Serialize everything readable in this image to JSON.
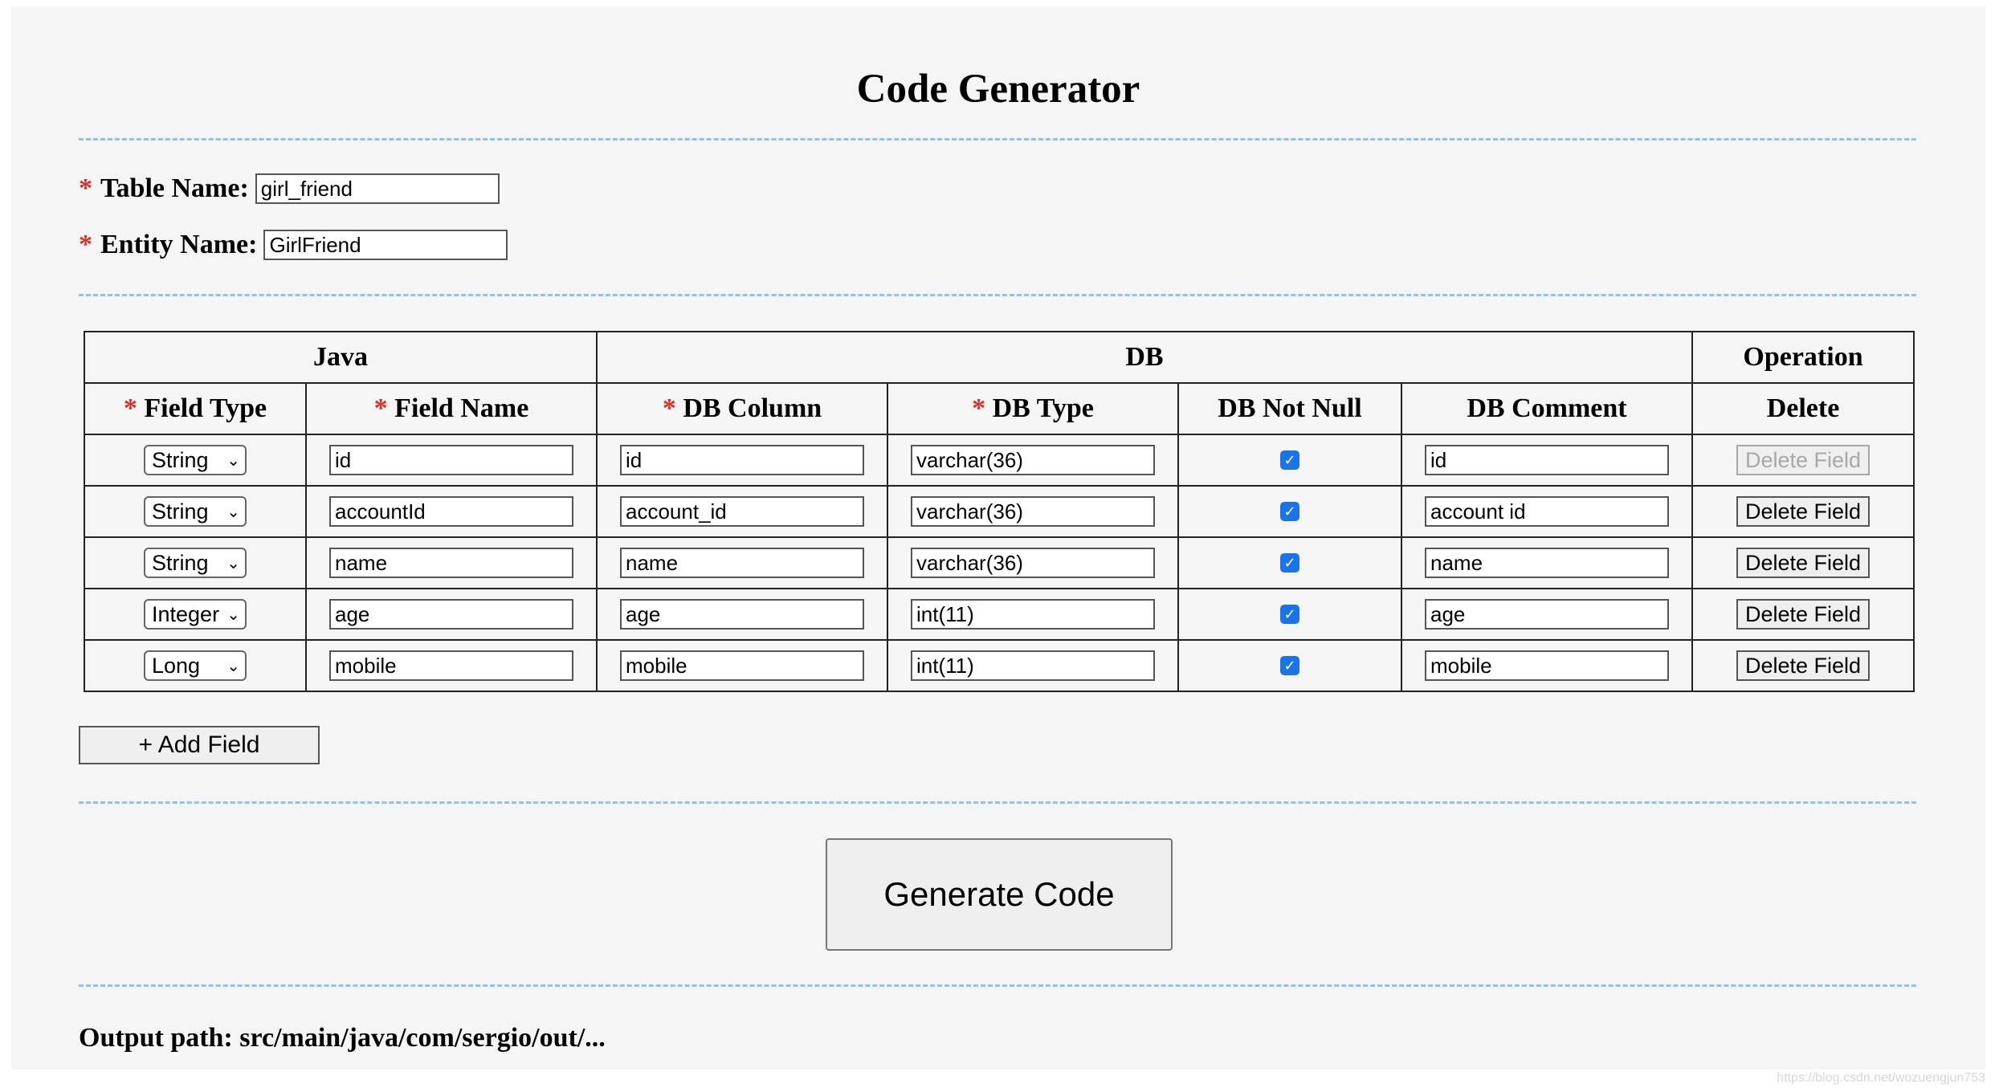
{
  "title": "Code Generator",
  "required_mark": "*",
  "form": {
    "table_name_label": "Table Name:",
    "table_name_value": "girl_friend",
    "entity_name_label": "Entity Name:",
    "entity_name_value": "GirlFriend"
  },
  "table": {
    "groups": {
      "java": "Java",
      "db": "DB",
      "operation": "Operation"
    },
    "columns": {
      "field_type": "Field Type",
      "field_name": "Field Name",
      "db_column": "DB Column",
      "db_type": "DB Type",
      "db_not_null": "DB Not Null",
      "db_comment": "DB Comment",
      "delete": "Delete"
    },
    "rows": [
      {
        "field_type": "String",
        "field_name": "id",
        "db_column": "id",
        "db_type": "varchar(36)",
        "not_null": true,
        "comment": "id",
        "delete_label": "Delete Field",
        "delete_disabled": true
      },
      {
        "field_type": "String",
        "field_name": "accountId",
        "db_column": "account_id",
        "db_type": "varchar(36)",
        "not_null": true,
        "comment": "account id",
        "delete_label": "Delete Field",
        "delete_disabled": false
      },
      {
        "field_type": "String",
        "field_name": "name",
        "db_column": "name",
        "db_type": "varchar(36)",
        "not_null": true,
        "comment": "name",
        "delete_label": "Delete Field",
        "delete_disabled": false
      },
      {
        "field_type": "Integer",
        "field_name": "age",
        "db_column": "age",
        "db_type": "int(11)",
        "not_null": true,
        "comment": "age",
        "delete_label": "Delete Field",
        "delete_disabled": false
      },
      {
        "field_type": "Long",
        "field_name": "mobile",
        "db_column": "mobile",
        "db_type": "int(11)",
        "not_null": true,
        "comment": "mobile",
        "delete_label": "Delete Field",
        "delete_disabled": false
      }
    ]
  },
  "add_field_label": "+ Add Field",
  "generate_label": "Generate Code",
  "output_path": "Output path: src/main/java/com/sergio/out/...",
  "watermark": "https://blog.csdn.net/wozuengjun753",
  "icons": {
    "select_arrow": "chevron-down-icon",
    "checkbox": "checkmark-icon"
  },
  "colors": {
    "required": "#d9302a",
    "divider": "#8ec3ee",
    "checkbox": "#1a73e8",
    "panel": "#f5f5f5"
  }
}
